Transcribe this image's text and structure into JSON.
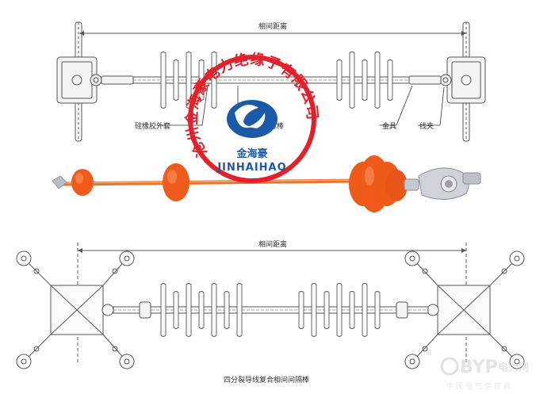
{
  "top_diagram": {
    "spacing_label": "相间距离",
    "labels": {
      "sheath": "硅橡胶外套",
      "core": "芯棒",
      "fitting": "金具",
      "clamp": "线夹"
    }
  },
  "seal": {
    "company": "沧州金海豪电力绝缘子有限公司",
    "brand_cn": "金海豪",
    "brand_en": "JINHAIHAO",
    "color": "#e4212a",
    "logo_color": "#1b5aa8"
  },
  "product_photo": {
    "shed_color": "#f05a1a",
    "rod_color": "#f08030"
  },
  "bottom_diagram": {
    "spacing_label": "相间距离",
    "caption": "四分裂导线复合相间间隔棒"
  },
  "watermark": {
    "brand": "BYP",
    "suffix": "电力网",
    "tagline": "中国电气供应商"
  }
}
